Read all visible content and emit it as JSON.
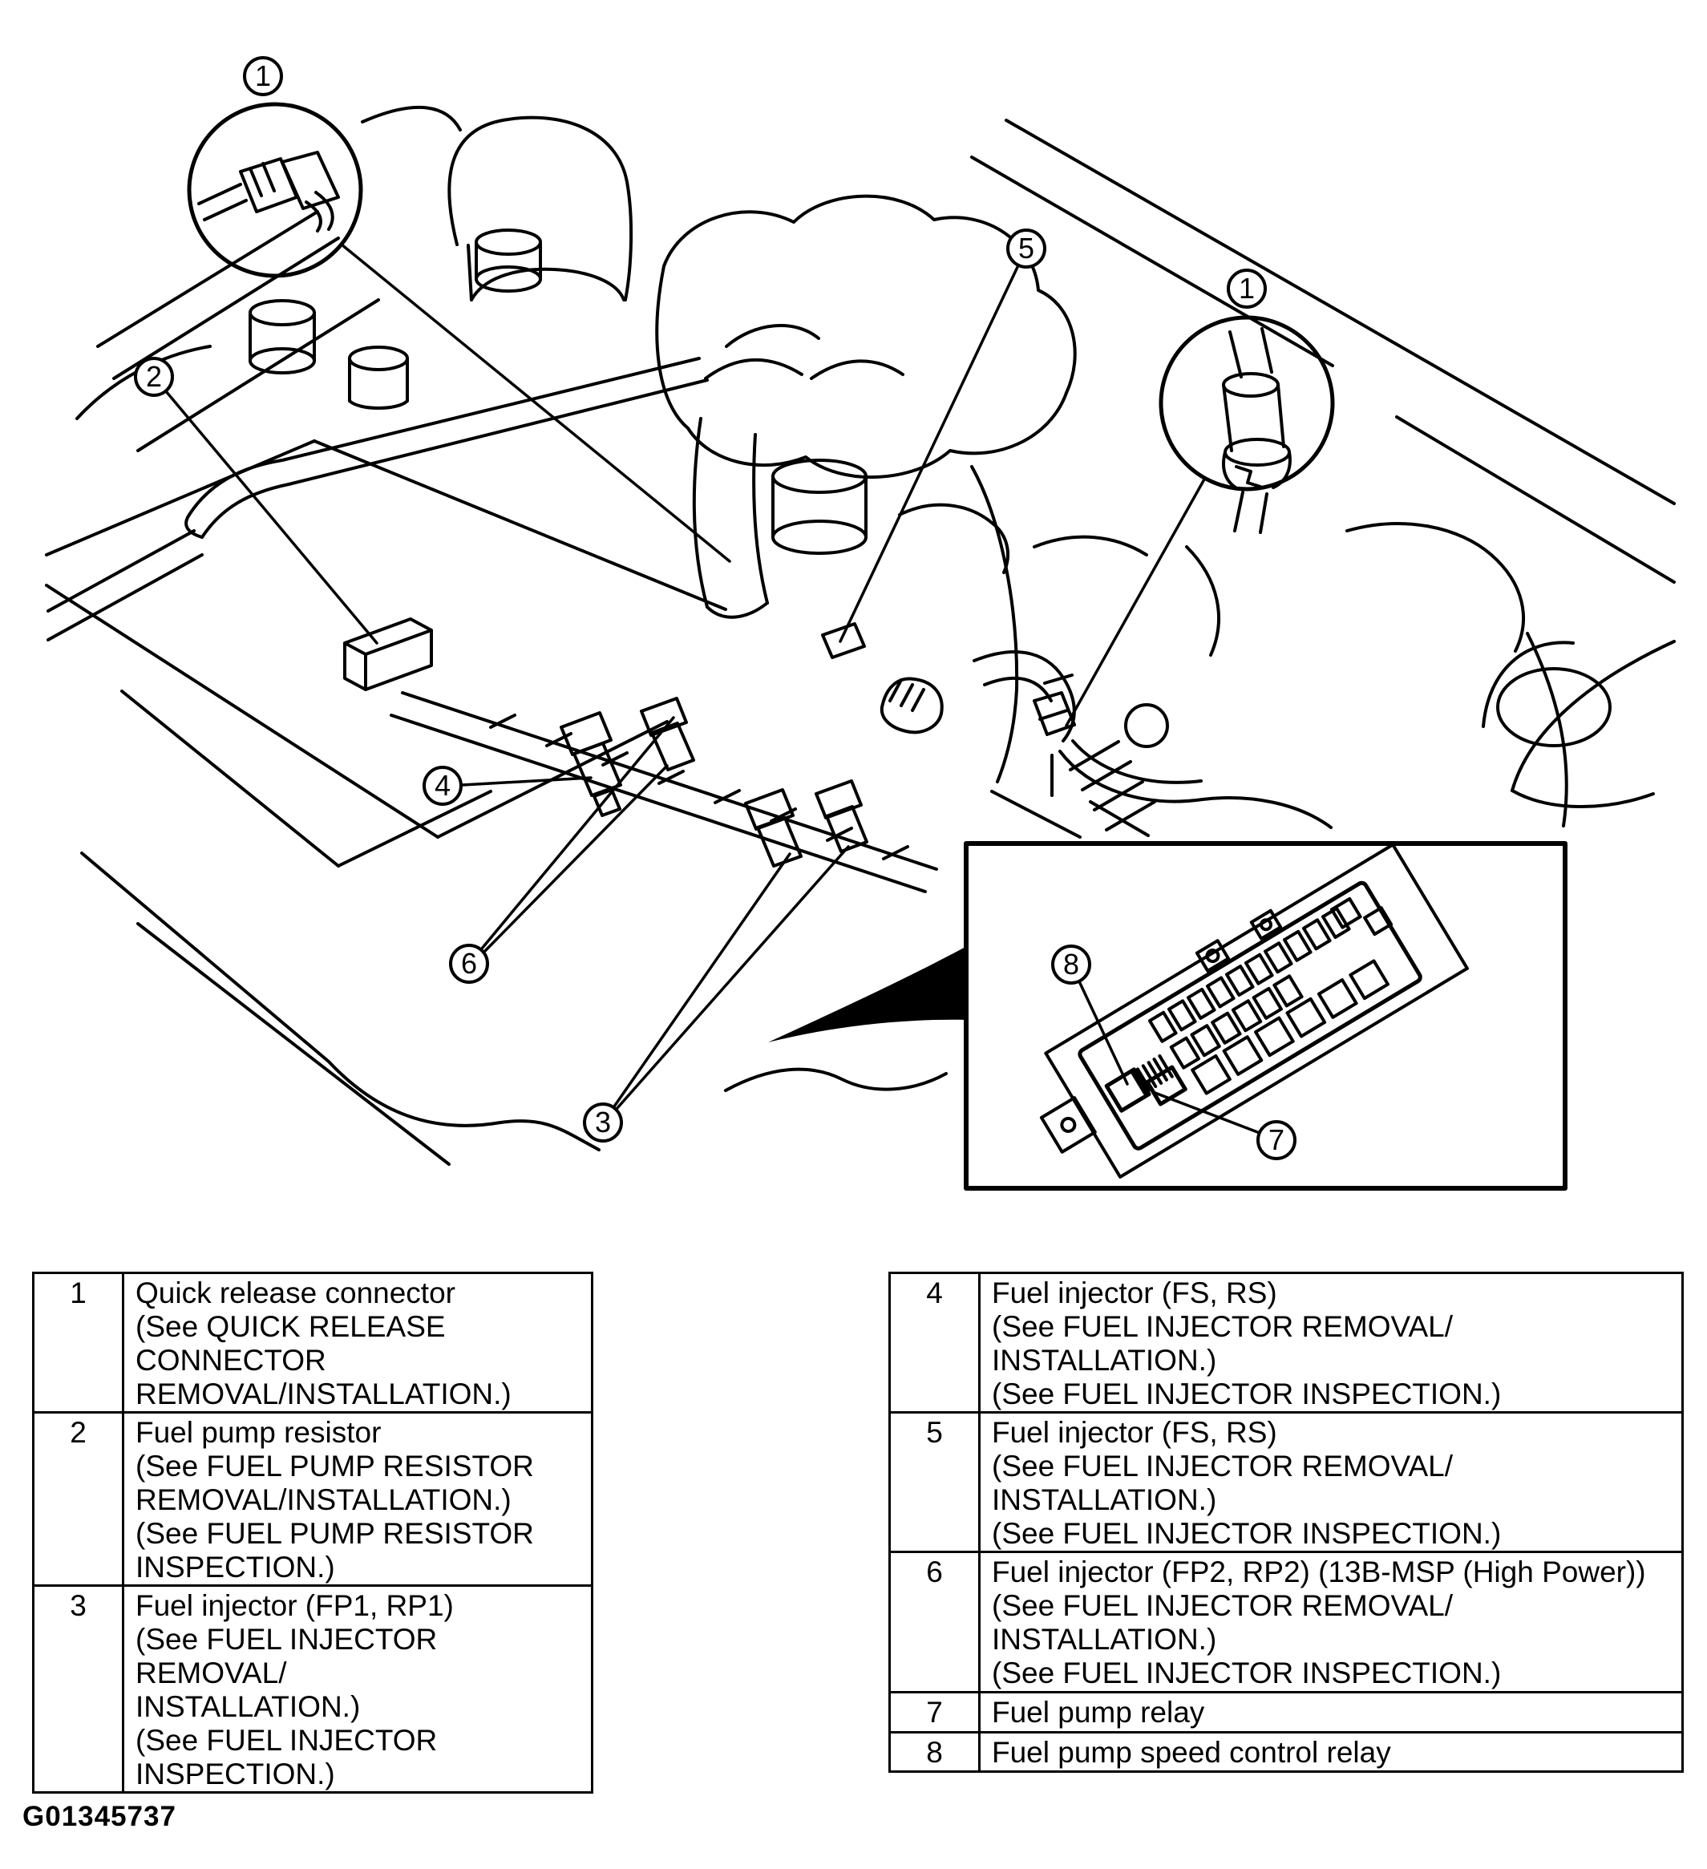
{
  "figure_id": "G01345737",
  "colors": {
    "ink": "#000000",
    "paper": "#ffffff"
  },
  "callouts": {
    "c1": "1",
    "c2": "2",
    "c3": "3",
    "c4": "4",
    "c5": "5",
    "c6": "6",
    "c7": "7",
    "c8": "8"
  },
  "legend_left": {
    "rows": [
      {
        "num": "1",
        "desc": "Quick release connector\n(See QUICK RELEASE CONNECTOR\nREMOVAL/INSTALLATION.)"
      },
      {
        "num": "2",
        "desc": "Fuel pump resistor\n(See FUEL PUMP RESISTOR\nREMOVAL/INSTALLATION.)\n(See FUEL PUMP RESISTOR\nINSPECTION.)"
      },
      {
        "num": "3",
        "desc": "Fuel injector (FP1, RP1)\n(See FUEL INJECTOR REMOVAL/\nINSTALLATION.)\n(See FUEL INJECTOR INSPECTION.)"
      }
    ]
  },
  "legend_right": {
    "rows": [
      {
        "num": "4",
        "desc": "Fuel injector (FS, RS)\n(See FUEL INJECTOR REMOVAL/\nINSTALLATION.)\n(See FUEL INJECTOR INSPECTION.)"
      },
      {
        "num": "5",
        "desc": "Fuel injector (FS, RS)\n(See FUEL INJECTOR REMOVAL/\nINSTALLATION.)\n(See FUEL INJECTOR INSPECTION.)"
      },
      {
        "num": "6",
        "desc": "Fuel injector (FP2, RP2) (13B-MSP (High Power))\n(See FUEL INJECTOR REMOVAL/\nINSTALLATION.)\n(See FUEL INJECTOR INSPECTION.)"
      },
      {
        "num": "7",
        "desc": "Fuel pump relay"
      },
      {
        "num": "8",
        "desc": "Fuel pump speed control relay"
      }
    ]
  }
}
